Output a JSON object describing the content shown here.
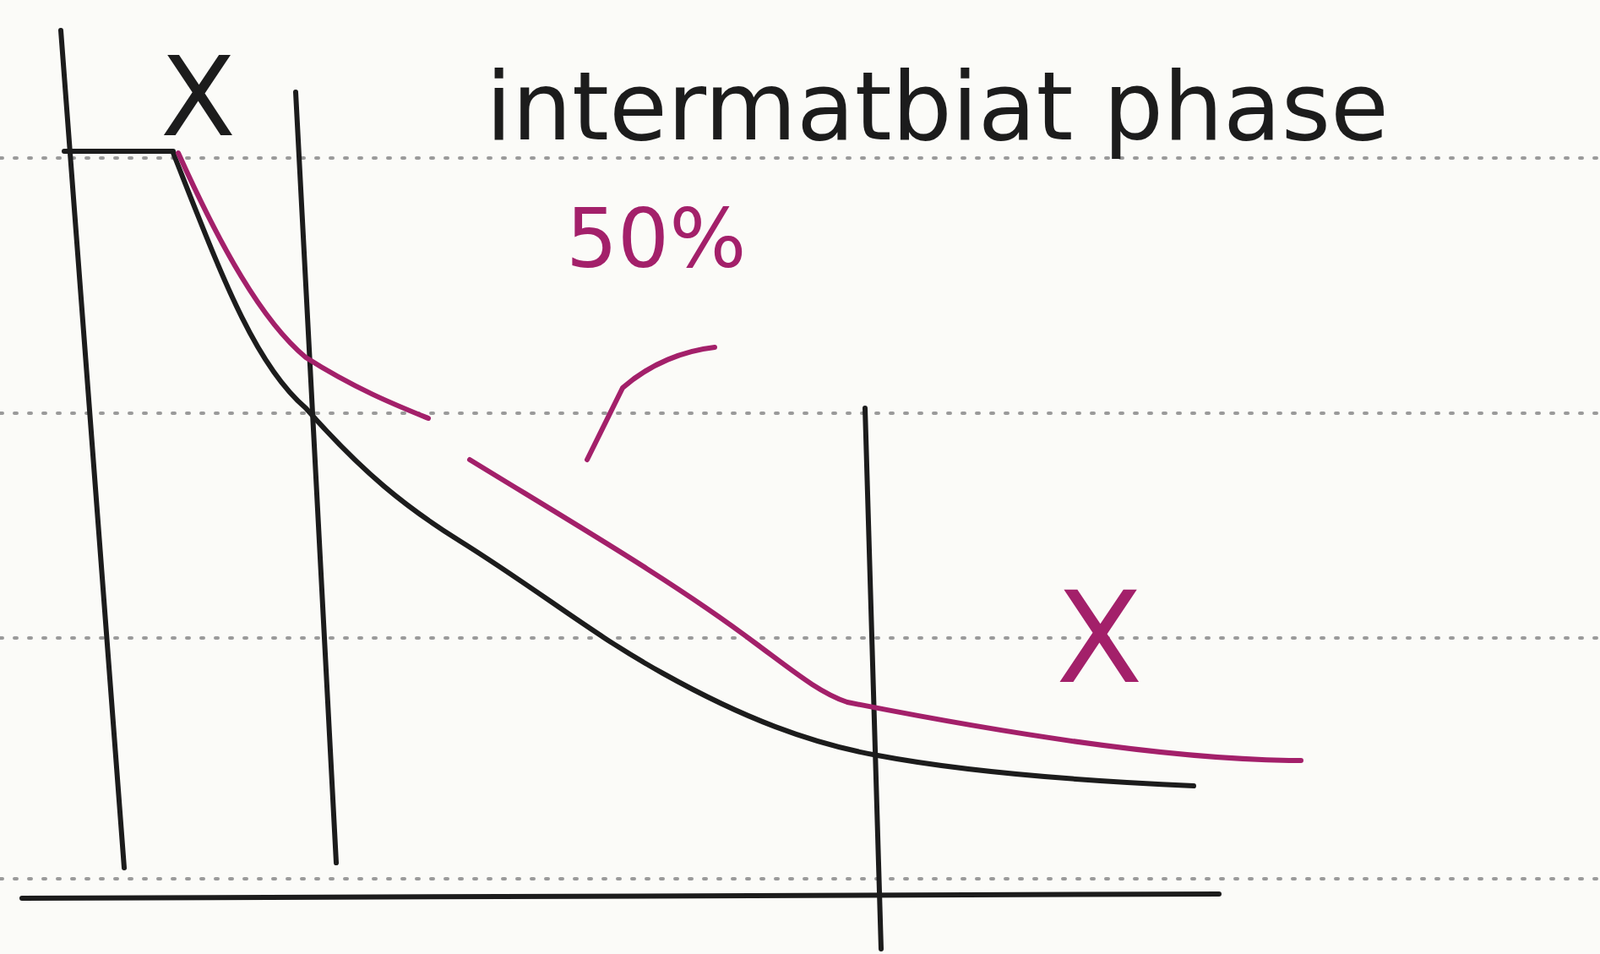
{
  "diagram": {
    "labels": [
      "X",
      "intermatbiat phase",
      "50%",
      "X"
    ]
  }
}
